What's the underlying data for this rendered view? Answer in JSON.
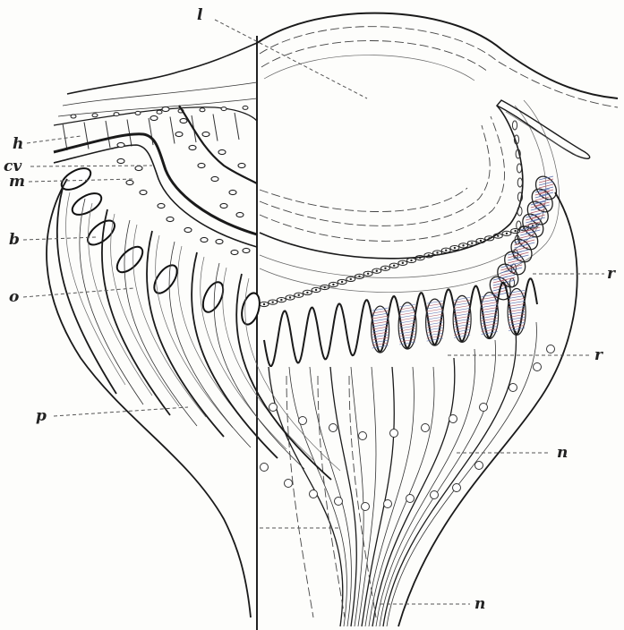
{
  "figure": {
    "labels": {
      "l": "l",
      "h": "h",
      "cv": "cv",
      "m": "m",
      "b": "b",
      "o": "o",
      "p": "p",
      "r1": "r",
      "r2": "r",
      "n1": "n",
      "n2": "n"
    }
  },
  "colors": {
    "ink": "#1a1a1a",
    "background": "#fdfdfb",
    "hatch_blue": "#5a6fb0",
    "hatch_red": "#b05a6a"
  }
}
